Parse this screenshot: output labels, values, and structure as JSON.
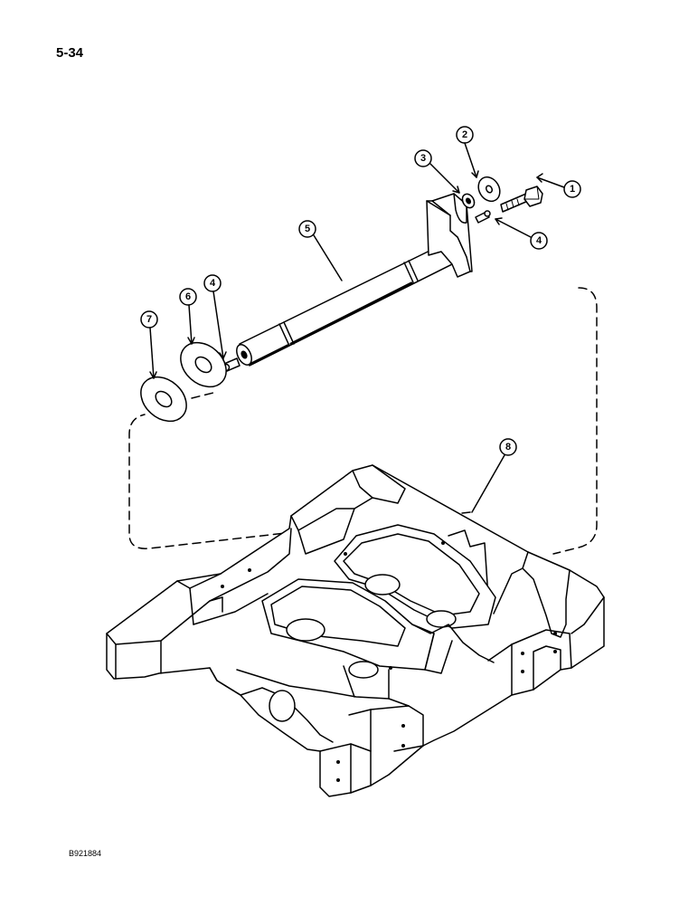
{
  "page_number": "5-34",
  "figure_code": "B921884",
  "callouts": [
    {
      "id": "1",
      "label": "1"
    },
    {
      "id": "2",
      "label": "2"
    },
    {
      "id": "3",
      "label": "3"
    },
    {
      "id": "4a",
      "label": "4"
    },
    {
      "id": "5",
      "label": "5"
    },
    {
      "id": "4b",
      "label": "4"
    },
    {
      "id": "6",
      "label": "6"
    },
    {
      "id": "7",
      "label": "7"
    },
    {
      "id": "8",
      "label": "8"
    }
  ]
}
